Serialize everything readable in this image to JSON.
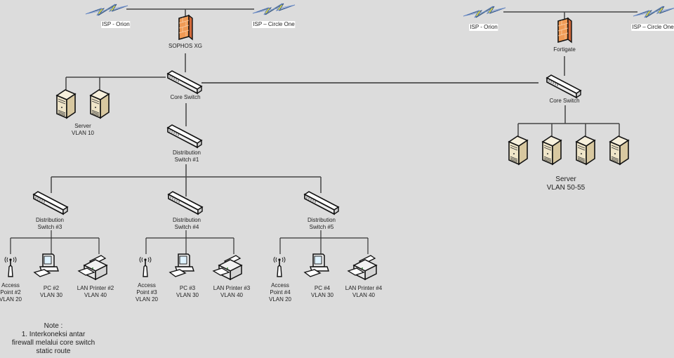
{
  "diagram": {
    "left_site": {
      "isp_left": "ISP - Orion",
      "isp_right": "ISP – Circle One",
      "firewall": "SOPHOS XG",
      "core_switch": "Core Switch",
      "server_label": [
        "Server",
        "VLAN 10"
      ],
      "distribution_1": [
        "Distribution",
        "Switch #1"
      ],
      "branches": [
        {
          "switch": [
            "Distribution",
            "Switch #3"
          ],
          "ap": [
            "Access",
            "Point #2",
            "VLAN 20"
          ],
          "pc": [
            "PC #2",
            "VLAN 30"
          ],
          "printer": [
            "LAN Printer #2",
            "VLAN 40"
          ]
        },
        {
          "switch": [
            "Distribution",
            "Switch #4"
          ],
          "ap": [
            "Access",
            "Point #3",
            "VLAN 20"
          ],
          "pc": [
            "PC #3",
            "VLAN 30"
          ],
          "printer": [
            "LAN Printer #3",
            "VLAN 40"
          ]
        },
        {
          "switch": [
            "Distribution",
            "Switch #5"
          ],
          "ap": [
            "Access",
            "Point #4",
            "VLAN 20"
          ],
          "pc": [
            "PC #4",
            "VLAN 30"
          ],
          "printer": [
            "LAN Printer #4",
            "VLAN 40"
          ]
        }
      ]
    },
    "right_site": {
      "isp_left": "ISP - Orion",
      "isp_right": "ISP – Circle One",
      "firewall": "Fortigate",
      "core_switch": "Core Switch",
      "server_label": [
        "Server",
        "VLAN 50-55"
      ]
    },
    "note": [
      "Note :",
      "1. Interkoneksi antar",
      "firewall melalui core switch",
      "static route"
    ]
  }
}
